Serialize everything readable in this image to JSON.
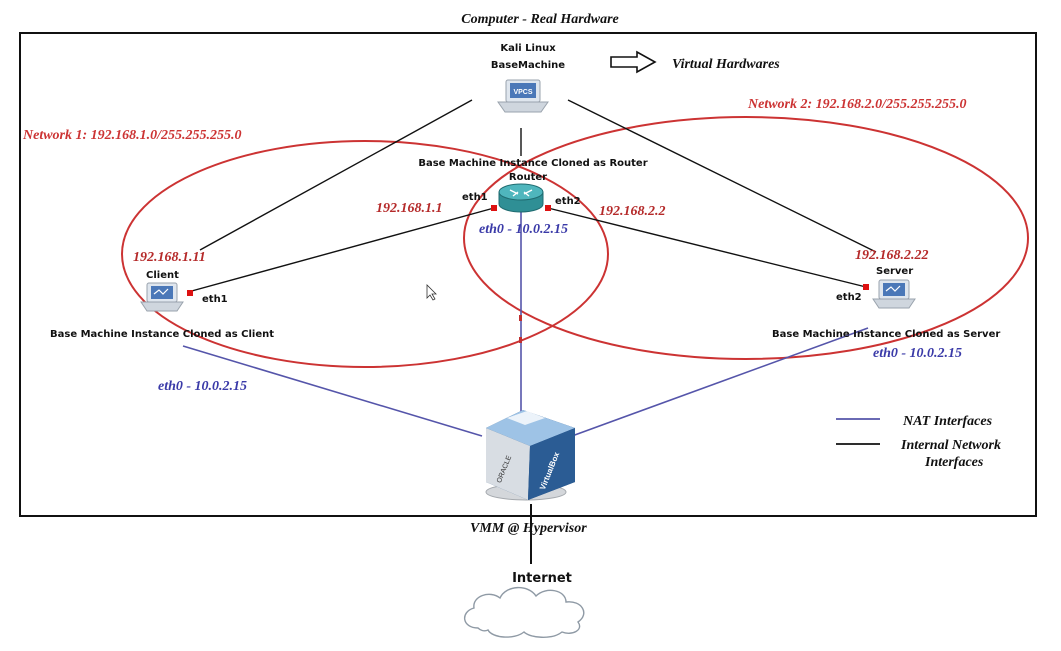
{
  "title": "Computer - Real Hardware",
  "virtual_hardwares": "Virtual Hardwares",
  "kali": {
    "line1": "Kali Linux",
    "line2": "BaseMachine",
    "screen_label": "VPCS"
  },
  "router": {
    "caption": "Base Machine Instance Cloned as Router",
    "name": "Router",
    "eth1_label": "eth1",
    "eth2_label": "eth2",
    "eth1_ip": "192.168.1.1",
    "eth2_ip": "192.168.2.2",
    "eth0": "eth0 - 10.0.2.15"
  },
  "client": {
    "name": "Client",
    "ip": "192.168.1.11",
    "eth_label": "eth1",
    "caption": "Base Machine Instance Cloned as Client",
    "eth0": "eth0 - 10.0.2.15"
  },
  "server": {
    "name": "Server",
    "ip": "192.168.2.22",
    "eth_label": "eth2",
    "caption": "Base Machine Instance Cloned as Server",
    "eth0": "eth0 - 10.0.2.15"
  },
  "network1": "Network 1:  192.168.1.0/255.255.255.0",
  "network2": "Network 2:  192.168.2.0/255.255.255.0",
  "legend": {
    "nat": "NAT  Interfaces",
    "internal_line1": "Internal Network",
    "internal_line2": "Interfaces"
  },
  "hypervisor": {
    "label": "VMM @ Hypervisor",
    "box_text_left": "ORACLE",
    "box_text_right": "VirtualBox"
  },
  "internet": "Internet",
  "colors": {
    "network_red": "#cc3333",
    "nat_blue": "#5555aa",
    "ip_text": "#b52a2a",
    "eth0_text": "#3a3aa8",
    "internal_black": "#111111"
  }
}
